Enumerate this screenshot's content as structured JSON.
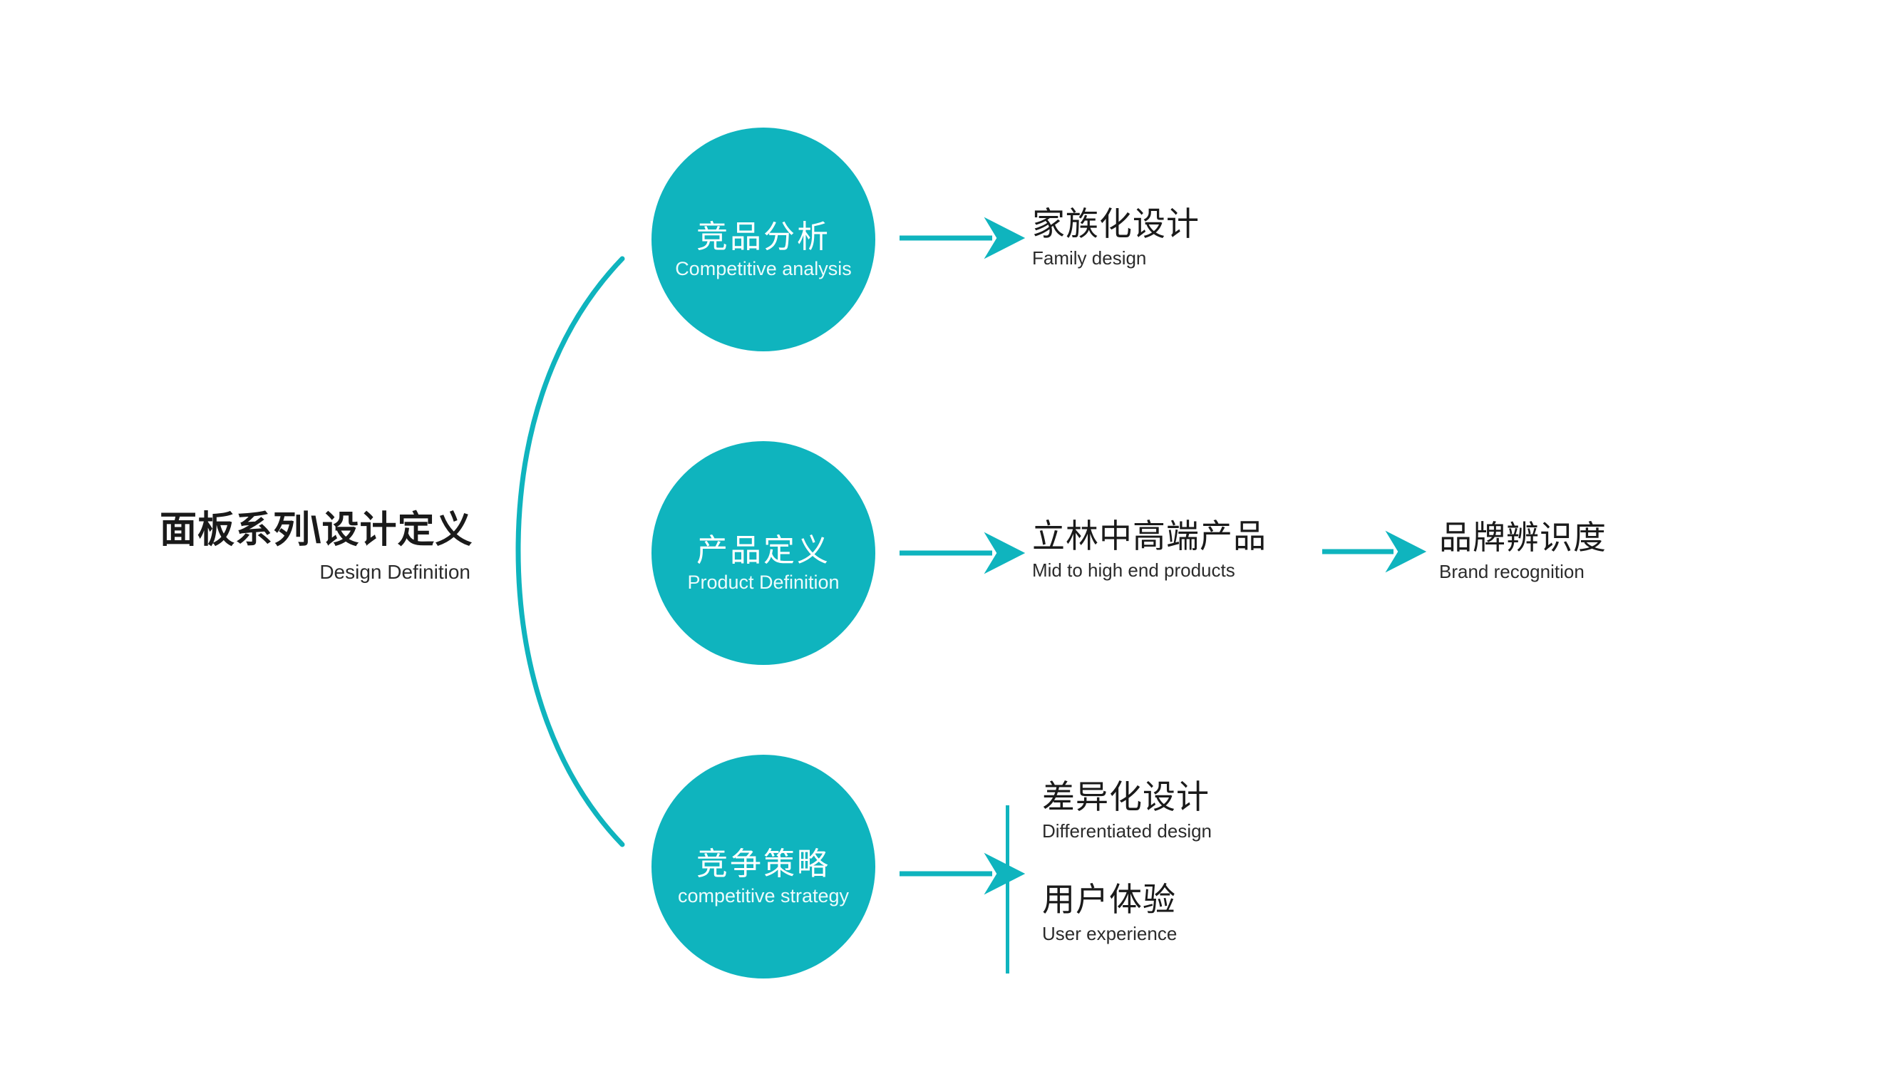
{
  "theme": {
    "accent": "#0FB4BE",
    "circle_fill": "#0FB4BE",
    "text_dark": "#1a1a1a",
    "text_on_accent": "#ffffff",
    "background": "#ffffff"
  },
  "title": {
    "cn": "面板系列\\设计定义",
    "en": "Design Definition"
  },
  "nodes": [
    {
      "cn": "竞品分析",
      "en": "Competitive analysis"
    },
    {
      "cn": "产品定义",
      "en": "Product Definition"
    },
    {
      "cn": "竞争策略",
      "en": "competitive strategy"
    }
  ],
  "outcomes": {
    "family_design": {
      "cn": "家族化设计",
      "en": "Family design"
    },
    "mid_high_products": {
      "cn": "立林中高端产品",
      "en": "Mid to high end products"
    },
    "brand_recognition": {
      "cn": "品牌辨识度",
      "en": "Brand recognition"
    },
    "differentiated_design": {
      "cn": "差异化设计",
      "en": "Differentiated design"
    },
    "user_experience": {
      "cn": "用户体验",
      "en": "User experience"
    }
  },
  "connectors": {
    "brace_label": "grouping-brace",
    "arrow_1_label": "arrow-to-family-design",
    "arrow_2_label": "arrow-to-mid-high-products",
    "arrow_3_label": "arrow-to-brand-recognition",
    "arrow_4_label": "arrow-to-strategy-outcomes",
    "bracket_label": "bracket-bar-strategy-outcomes"
  },
  "chart_data": {
    "type": "diagram",
    "title": "面板系列\\设计定义 / Design Definition",
    "flow": [
      {
        "from": "面板系列\\设计定义",
        "to": "竞品分析",
        "via": "brace"
      },
      {
        "from": "面板系列\\设计定义",
        "to": "产品定义",
        "via": "brace"
      },
      {
        "from": "面板系列\\设计定义",
        "to": "竞争策略",
        "via": "brace"
      },
      {
        "from": "竞品分析",
        "to": "家族化设计",
        "via": "arrow"
      },
      {
        "from": "产品定义",
        "to": "立林中高端产品",
        "via": "arrow"
      },
      {
        "from": "立林中高端产品",
        "to": "品牌辨识度",
        "via": "arrow"
      },
      {
        "from": "竞争策略",
        "to": "差异化设计",
        "via": "arrow+bracket"
      },
      {
        "from": "竞争策略",
        "to": "用户体验",
        "via": "arrow+bracket"
      }
    ]
  }
}
